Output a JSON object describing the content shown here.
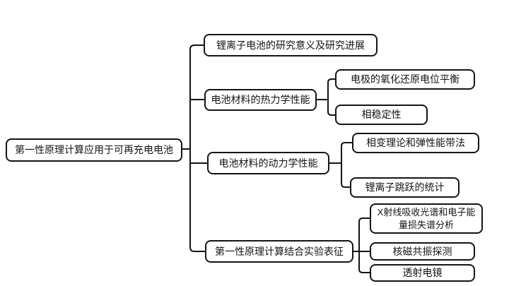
{
  "diagram": {
    "type": "mindmap",
    "root": {
      "label": "第一性原理计算应用于可再充电电池"
    },
    "branches": [
      {
        "label": "锂离子电池的研究意义及研究进展",
        "children": []
      },
      {
        "label": "电池材料的热力学性能",
        "children": [
          {
            "label": "电极的氧化还原电位平衡"
          },
          {
            "label": "相稳定性"
          }
        ]
      },
      {
        "label": "电池材料的动力学性能",
        "children": [
          {
            "label": "相变理论和弹性能带法"
          },
          {
            "label": "锂离子跳跃的统计"
          }
        ]
      },
      {
        "label": "第一性原理计算结合实验表征",
        "children": [
          {
            "label": "X射线吸收光谱和电子能量损失谱分析"
          },
          {
            "label": "核磁共振探测"
          },
          {
            "label": "透射电镜"
          }
        ]
      }
    ],
    "colors": {
      "background": "#ffffff",
      "node_border": "#141414",
      "node_fill": "#ffffff",
      "connector": "#141414",
      "text": "#141414"
    }
  }
}
